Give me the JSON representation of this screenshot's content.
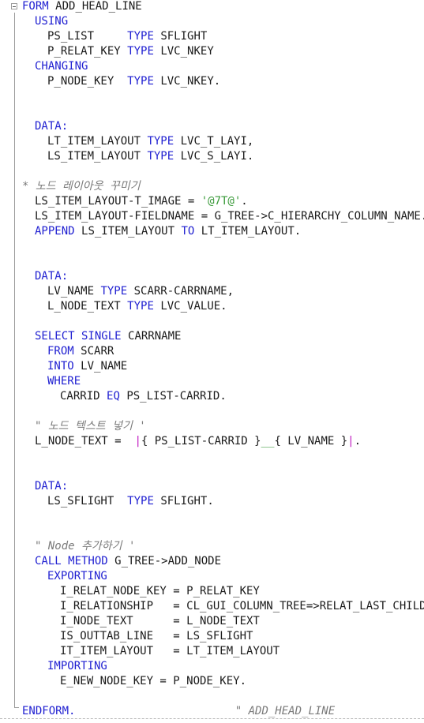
{
  "editor": {
    "lines": [
      {
        "row": 0,
        "indent": 28,
        "tokens": [
          {
            "t": "FORM ",
            "k": "kw"
          },
          {
            "t": "ADD_HEAD_LINE",
            "k": "plain"
          }
        ]
      },
      {
        "row": 1,
        "indent": 44,
        "tokens": [
          {
            "t": "USING",
            "k": "kw"
          }
        ]
      },
      {
        "row": 2,
        "indent": 60,
        "tokens": [
          {
            "t": "PS_LIST     ",
            "k": "plain"
          },
          {
            "t": "TYPE ",
            "k": "kw"
          },
          {
            "t": "SFLIGHT",
            "k": "plain"
          }
        ]
      },
      {
        "row": 3,
        "indent": 60,
        "tokens": [
          {
            "t": "P_RELAT_KEY ",
            "k": "plain"
          },
          {
            "t": "TYPE ",
            "k": "kw"
          },
          {
            "t": "LVC_NKEY",
            "k": "plain"
          }
        ]
      },
      {
        "row": 4,
        "indent": 44,
        "tokens": [
          {
            "t": "CHANGING",
            "k": "kw"
          }
        ]
      },
      {
        "row": 5,
        "indent": 60,
        "tokens": [
          {
            "t": "P_NODE_KEY  ",
            "k": "plain"
          },
          {
            "t": "TYPE ",
            "k": "kw"
          },
          {
            "t": "LVC_NKEY.",
            "k": "plain"
          }
        ]
      },
      {
        "row": 8,
        "indent": 44,
        "tokens": [
          {
            "t": "DATA:",
            "k": "kw"
          }
        ]
      },
      {
        "row": 9,
        "indent": 60,
        "tokens": [
          {
            "t": "LT_ITEM_LAYOUT ",
            "k": "plain"
          },
          {
            "t": "TYPE ",
            "k": "kw"
          },
          {
            "t": "LVC_T_LAYI,",
            "k": "plain"
          }
        ]
      },
      {
        "row": 10,
        "indent": 60,
        "tokens": [
          {
            "t": "LS_ITEM_LAYOUT ",
            "k": "plain"
          },
          {
            "t": "TYPE ",
            "k": "kw"
          },
          {
            "t": "LVC_S_LAYI.",
            "k": "plain"
          }
        ]
      },
      {
        "row": 12,
        "indent": 28,
        "tokens": [
          {
            "t": "* 노드 레이아웃 꾸미기",
            "k": "com"
          }
        ]
      },
      {
        "row": 13,
        "indent": 44,
        "tokens": [
          {
            "t": "LS_ITEM_LAYOUT-T_IMAGE = ",
            "k": "plain"
          },
          {
            "t": "'@7T@'",
            "k": "str"
          },
          {
            "t": ".",
            "k": "plain"
          }
        ]
      },
      {
        "row": 14,
        "indent": 44,
        "tokens": [
          {
            "t": "LS_ITEM_LAYOUT-FIELDNAME = G_TREE->C_HIERARCHY_COLUMN_NAME.",
            "k": "plain"
          }
        ]
      },
      {
        "row": 15,
        "indent": 44,
        "tokens": [
          {
            "t": "APPEND ",
            "k": "kw"
          },
          {
            "t": "LS_ITEM_LAYOUT ",
            "k": "plain"
          },
          {
            "t": "TO ",
            "k": "kw"
          },
          {
            "t": "LT_ITEM_LAYOUT.",
            "k": "plain"
          }
        ]
      },
      {
        "row": 18,
        "indent": 44,
        "tokens": [
          {
            "t": "DATA:",
            "k": "kw"
          }
        ]
      },
      {
        "row": 19,
        "indent": 60,
        "tokens": [
          {
            "t": "LV_NAME ",
            "k": "plain"
          },
          {
            "t": "TYPE ",
            "k": "kw"
          },
          {
            "t": "SCARR-CARRNAME,",
            "k": "plain"
          }
        ]
      },
      {
        "row": 20,
        "indent": 60,
        "tokens": [
          {
            "t": "L_NODE_TEXT ",
            "k": "plain"
          },
          {
            "t": "TYPE ",
            "k": "kw"
          },
          {
            "t": "LVC_VALUE.",
            "k": "plain"
          }
        ]
      },
      {
        "row": 22,
        "indent": 44,
        "tokens": [
          {
            "t": "SELECT SINGLE ",
            "k": "kw"
          },
          {
            "t": "CARRNAME",
            "k": "plain"
          }
        ]
      },
      {
        "row": 23,
        "indent": 60,
        "tokens": [
          {
            "t": "FROM ",
            "k": "kw"
          },
          {
            "t": "SCARR",
            "k": "plain"
          }
        ]
      },
      {
        "row": 24,
        "indent": 60,
        "tokens": [
          {
            "t": "INTO ",
            "k": "kw"
          },
          {
            "t": "LV_NAME",
            "k": "plain"
          }
        ]
      },
      {
        "row": 25,
        "indent": 60,
        "tokens": [
          {
            "t": "WHERE",
            "k": "kw"
          }
        ]
      },
      {
        "row": 26,
        "indent": 76,
        "tokens": [
          {
            "t": "CARRID ",
            "k": "plain"
          },
          {
            "t": "EQ ",
            "k": "kw"
          },
          {
            "t": "PS_LIST-CARRID.",
            "k": "plain"
          }
        ]
      },
      {
        "row": 28,
        "indent": 44,
        "tokens": [
          {
            "t": "\" 노드 텍스트 넣기 '",
            "k": "com"
          }
        ]
      },
      {
        "row": 29,
        "indent": 44,
        "tokens": [
          {
            "t": "L_NODE_TEXT =  ",
            "k": "plain"
          },
          {
            "t": "|",
            "k": "pipe"
          },
          {
            "t": "{ PS_LIST-CARRID }",
            "k": "plain"
          },
          {
            "t": "__",
            "k": "str"
          },
          {
            "t": "{ LV_NAME }",
            "k": "plain"
          },
          {
            "t": "|",
            "k": "pipe"
          },
          {
            "t": ".",
            "k": "plain"
          }
        ]
      },
      {
        "row": 32,
        "indent": 44,
        "tokens": [
          {
            "t": "DATA:",
            "k": "kw"
          }
        ]
      },
      {
        "row": 33,
        "indent": 60,
        "tokens": [
          {
            "t": "LS_SFLIGHT  ",
            "k": "plain"
          },
          {
            "t": "TYPE ",
            "k": "kw"
          },
          {
            "t": "SFLIGHT.",
            "k": "plain"
          }
        ]
      },
      {
        "row": 36,
        "indent": 44,
        "tokens": [
          {
            "t": "\" Node 추가하기 '",
            "k": "com"
          }
        ]
      },
      {
        "row": 37,
        "indent": 44,
        "tokens": [
          {
            "t": "CALL METHOD ",
            "k": "kw"
          },
          {
            "t": "G_TREE->ADD_NODE",
            "k": "plain"
          }
        ]
      },
      {
        "row": 38,
        "indent": 60,
        "tokens": [
          {
            "t": "EXPORTING",
            "k": "kw"
          }
        ]
      },
      {
        "row": 39,
        "indent": 76,
        "tokens": [
          {
            "t": "I_RELAT_NODE_KEY = P_RELAT_KEY",
            "k": "plain"
          }
        ]
      },
      {
        "row": 40,
        "indent": 76,
        "tokens": [
          {
            "t": "I_RELATIONSHIP   = CL_GUI_COLUMN_TREE=>RELAT_LAST_CHILD",
            "k": "plain"
          }
        ]
      },
      {
        "row": 41,
        "indent": 76,
        "tokens": [
          {
            "t": "I_NODE_TEXT      = L_NODE_TEXT",
            "k": "plain"
          }
        ]
      },
      {
        "row": 42,
        "indent": 76,
        "tokens": [
          {
            "t": "IS_OUTTAB_LINE   = LS_SFLIGHT",
            "k": "plain"
          }
        ]
      },
      {
        "row": 43,
        "indent": 76,
        "tokens": [
          {
            "t": "IT_ITEM_LAYOUT   = LT_ITEM_LAYOUT",
            "k": "plain"
          }
        ]
      },
      {
        "row": 44,
        "indent": 60,
        "tokens": [
          {
            "t": "IMPORTING",
            "k": "kw"
          }
        ]
      },
      {
        "row": 45,
        "indent": 76,
        "tokens": [
          {
            "t": "E_NEW_NODE_KEY = P_NODE_KEY.",
            "k": "plain"
          }
        ]
      },
      {
        "row": 47,
        "indent": 28,
        "tokens": [
          {
            "t": "ENDFORM.",
            "k": "kw"
          },
          {
            "t": "                        \" ADD_HEAD_LINE",
            "k": "com"
          }
        ]
      }
    ]
  }
}
